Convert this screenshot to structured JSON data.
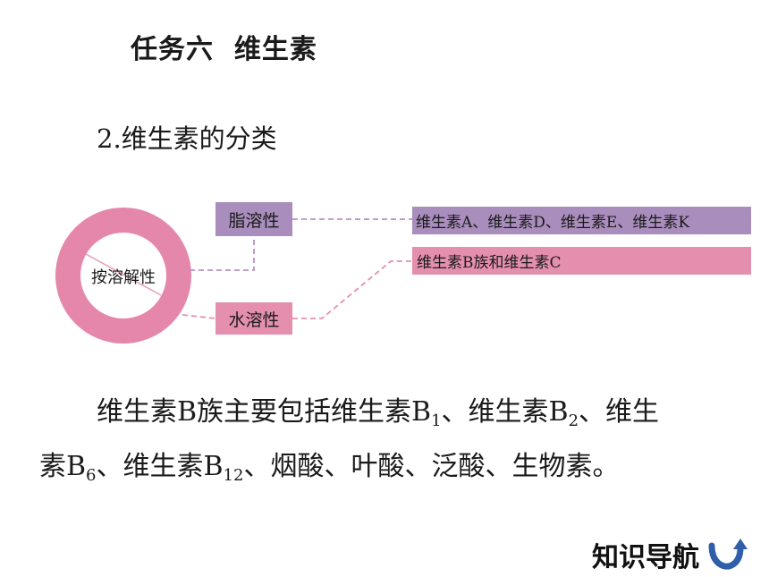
{
  "title": "任务六  维生素",
  "subtitle": "2.维生素的分类",
  "diagram": {
    "center_label": "按溶解性",
    "branches": [
      {
        "label": "脂溶性",
        "detail": "维生素A、维生素D、维生素E、维生素K",
        "color": "#a98dbd"
      },
      {
        "label": "水溶性",
        "detail": "维生素B族和维生素C",
        "color": "#e58fae"
      }
    ],
    "ring_color": "#e586ab"
  },
  "paragraph": {
    "line1_a": "维生素B族主要包括维生素B",
    "sub1": "1",
    "line1_b": "、维生素B",
    "sub2": "2",
    "line1_c": "、维生",
    "line2_a": "素B",
    "sub3": "6",
    "line2_b": "、维生素B",
    "sub4": "12",
    "line2_c": "、烟酸、叶酸、泛酸、生物素。"
  },
  "nav": {
    "label": "知识导航",
    "icon": "u-turn-back-arrow-icon",
    "icon_color": "#2e5fa8"
  }
}
